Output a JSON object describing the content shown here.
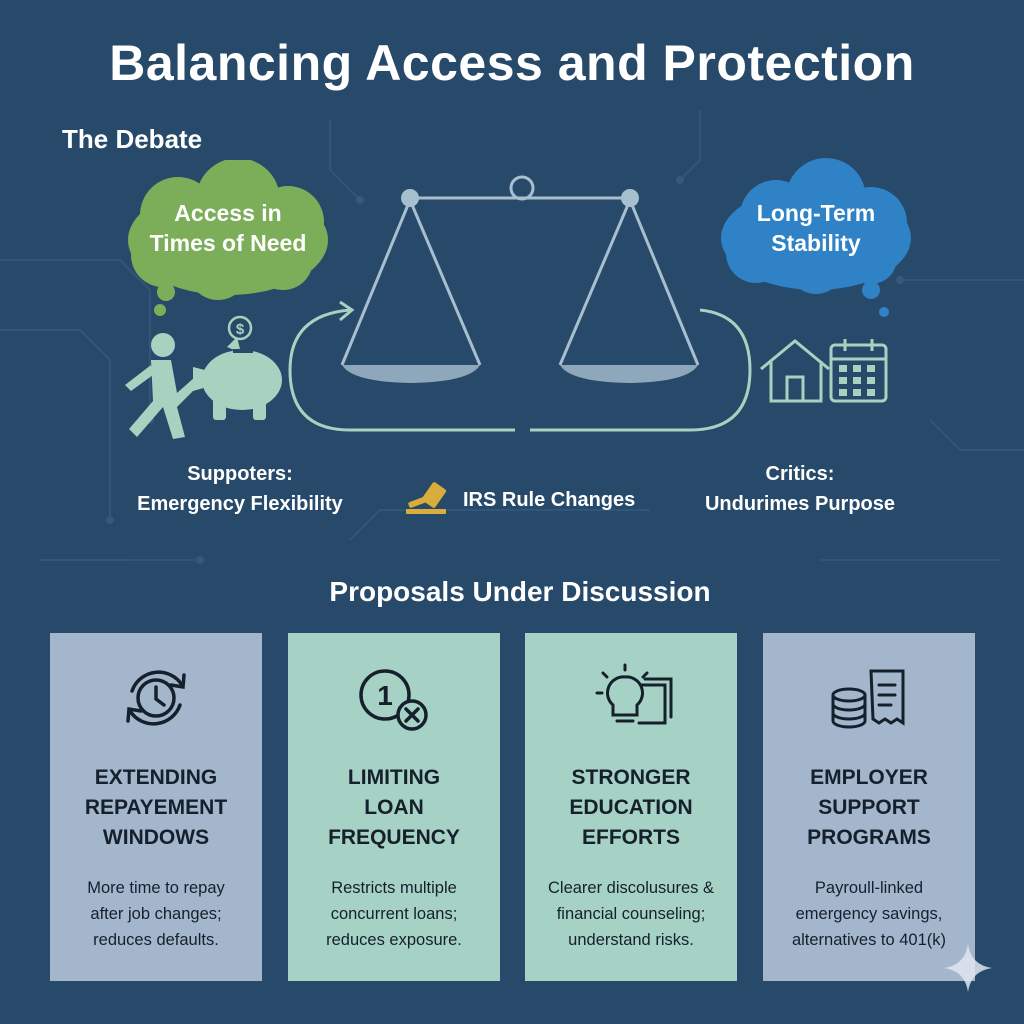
{
  "title": "Balancing Access and Protection",
  "debate_label": "The Debate",
  "left_cloud": {
    "line1": "Access in",
    "line2": "Times of Need"
  },
  "right_cloud": {
    "line1": "Long-Term",
    "line2": "Stability"
  },
  "supporters": {
    "line1": "Suppoters:",
    "line2": "Emergency Flexibility"
  },
  "center_caption": "IRS Rule Changes",
  "critics": {
    "line1": "Critics:",
    "line2": "Undurimes Purpose"
  },
  "section_title": "Proposals Under Discussion",
  "colors": {
    "background": "#27496a",
    "green_cloud": "#7cae5a",
    "blue_cloud": "#2f82c6",
    "card_blue": "#a4b6cc",
    "card_green": "#a5d2c4",
    "gavel": "#d9ad3c"
  },
  "cards": [
    {
      "icon": "clock-refresh-icon",
      "title": [
        "EXTENDING",
        "REPAYEMENT",
        "WINDOWS"
      ],
      "desc": [
        "More time to repay",
        "after job changes;",
        "reduces defaults."
      ]
    },
    {
      "icon": "one-cancel-icon",
      "title": [
        "LIMITING",
        "LOAN",
        "FREQUENCY"
      ],
      "desc": [
        "Restricts multiple",
        "concurrent loans;",
        "reduces exposure."
      ]
    },
    {
      "icon": "lightbulb-document-icon",
      "title": [
        "STRONGER",
        "EDUCATION",
        "EFFORTS"
      ],
      "desc": [
        "Clearer discolusures &",
        "financial counseling;",
        "understand risks."
      ]
    },
    {
      "icon": "coins-receipt-icon",
      "title": [
        "EMPLOYER",
        "SUPPORT",
        "PROGRAMS"
      ],
      "desc": [
        "Payroull-linked",
        "emergency savings,",
        "alternatives to 401(k)"
      ]
    }
  ]
}
